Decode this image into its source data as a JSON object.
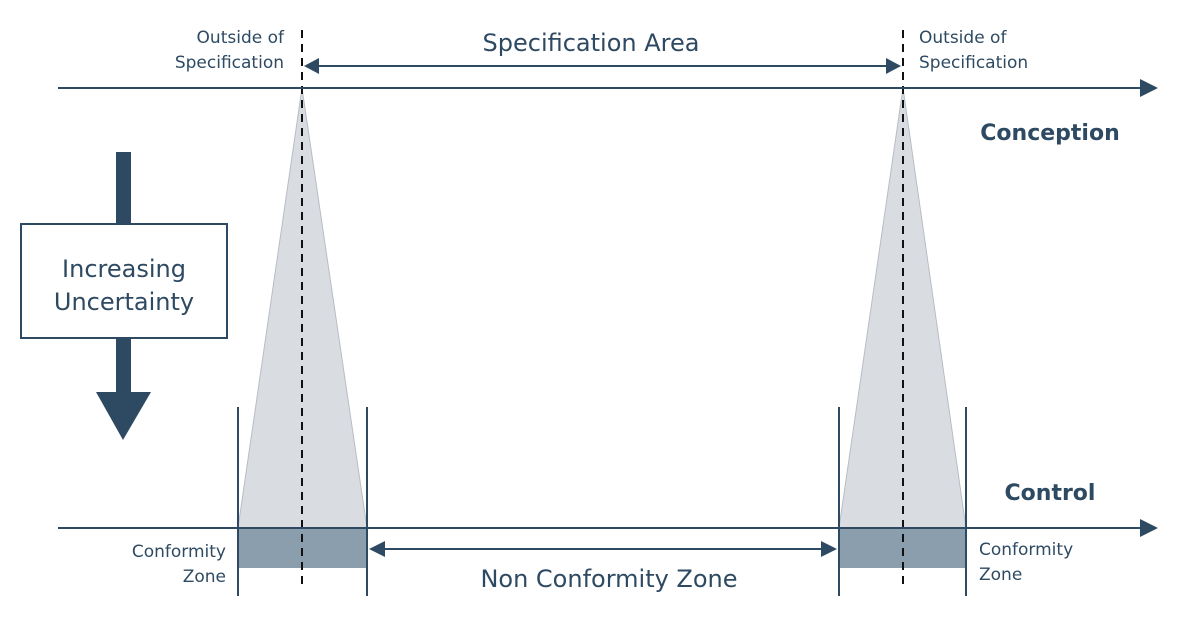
{
  "labels": {
    "outside_spec_left": [
      "Outside of",
      "Specification"
    ],
    "outside_spec_right": [
      "Outside of",
      "Specification"
    ],
    "spec_area": "Specification Area",
    "conception": "Conception",
    "control": "Control",
    "uncertainty": [
      "Increasing",
      "Uncertainty"
    ],
    "conformity_left": [
      "Conformity",
      "Zone"
    ],
    "conformity_right": [
      "Conformity",
      "Zone"
    ],
    "non_conformity": "Non Conformity Zone"
  },
  "colors": {
    "dark": "#2e4a62",
    "cone_fill": "#d9dde2",
    "cone_stroke": "#b7bdc4",
    "zone_fill": "#8b9eae"
  }
}
